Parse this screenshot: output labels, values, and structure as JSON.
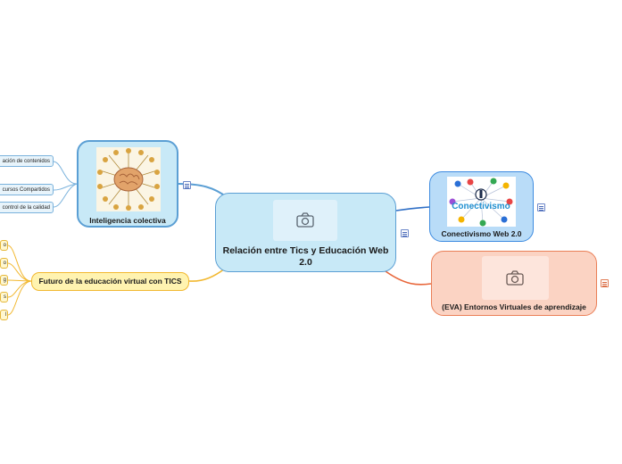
{
  "central": {
    "title": "Relación entre Tics y Educación Web 2.0",
    "image_icon": "camera-icon"
  },
  "branches": {
    "inteligencia": {
      "label": "Inteligencia colectiva",
      "children": [
        "ación de contenidos",
        "cursos Compartidos",
        "control de la calidad"
      ]
    },
    "conectivismo": {
      "label": "Conectivismo Web 2.0",
      "image_text": "Conectivismo"
    },
    "eva": {
      "label": "(EVA) Entornos Virtuales de aprendizaje",
      "image_icon": "camera-icon"
    },
    "futuro": {
      "label": "Futuro de la educación virtual con TICS",
      "children": [
        "o",
        "o",
        "g",
        "s",
        "l"
      ]
    }
  },
  "colors": {
    "blue_branch": "#3d7fd1",
    "orange_branch": "#e8663a",
    "yellow_branch": "#f2b830",
    "light_blue_branch": "#5b9fd4"
  },
  "icons": [
    "notes-icon",
    "camera-icon",
    "brain-icon"
  ]
}
